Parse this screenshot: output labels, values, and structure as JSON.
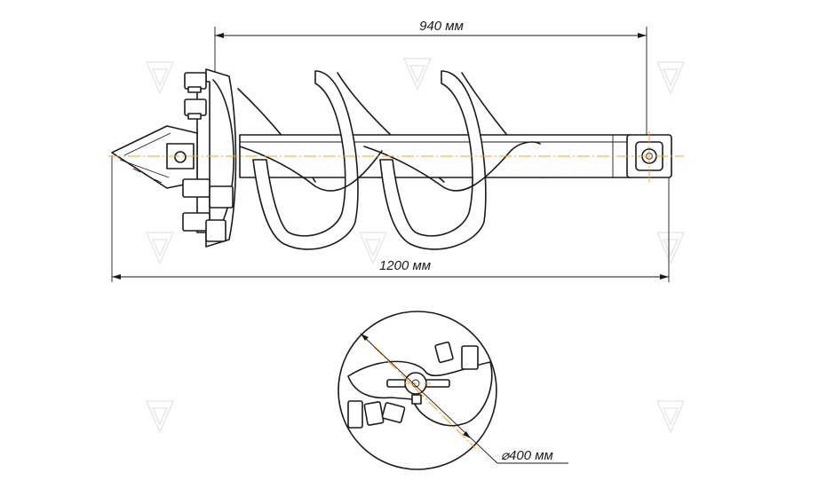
{
  "drawing": {
    "dim_shaft_length": "940 мм",
    "dim_total_length": "1200 мм",
    "dim_diameter": "⌀400 мм"
  },
  "colors": {
    "line": "#1a1a1a",
    "axis": "#f0a030",
    "watermark": "#e3e3e3"
  }
}
